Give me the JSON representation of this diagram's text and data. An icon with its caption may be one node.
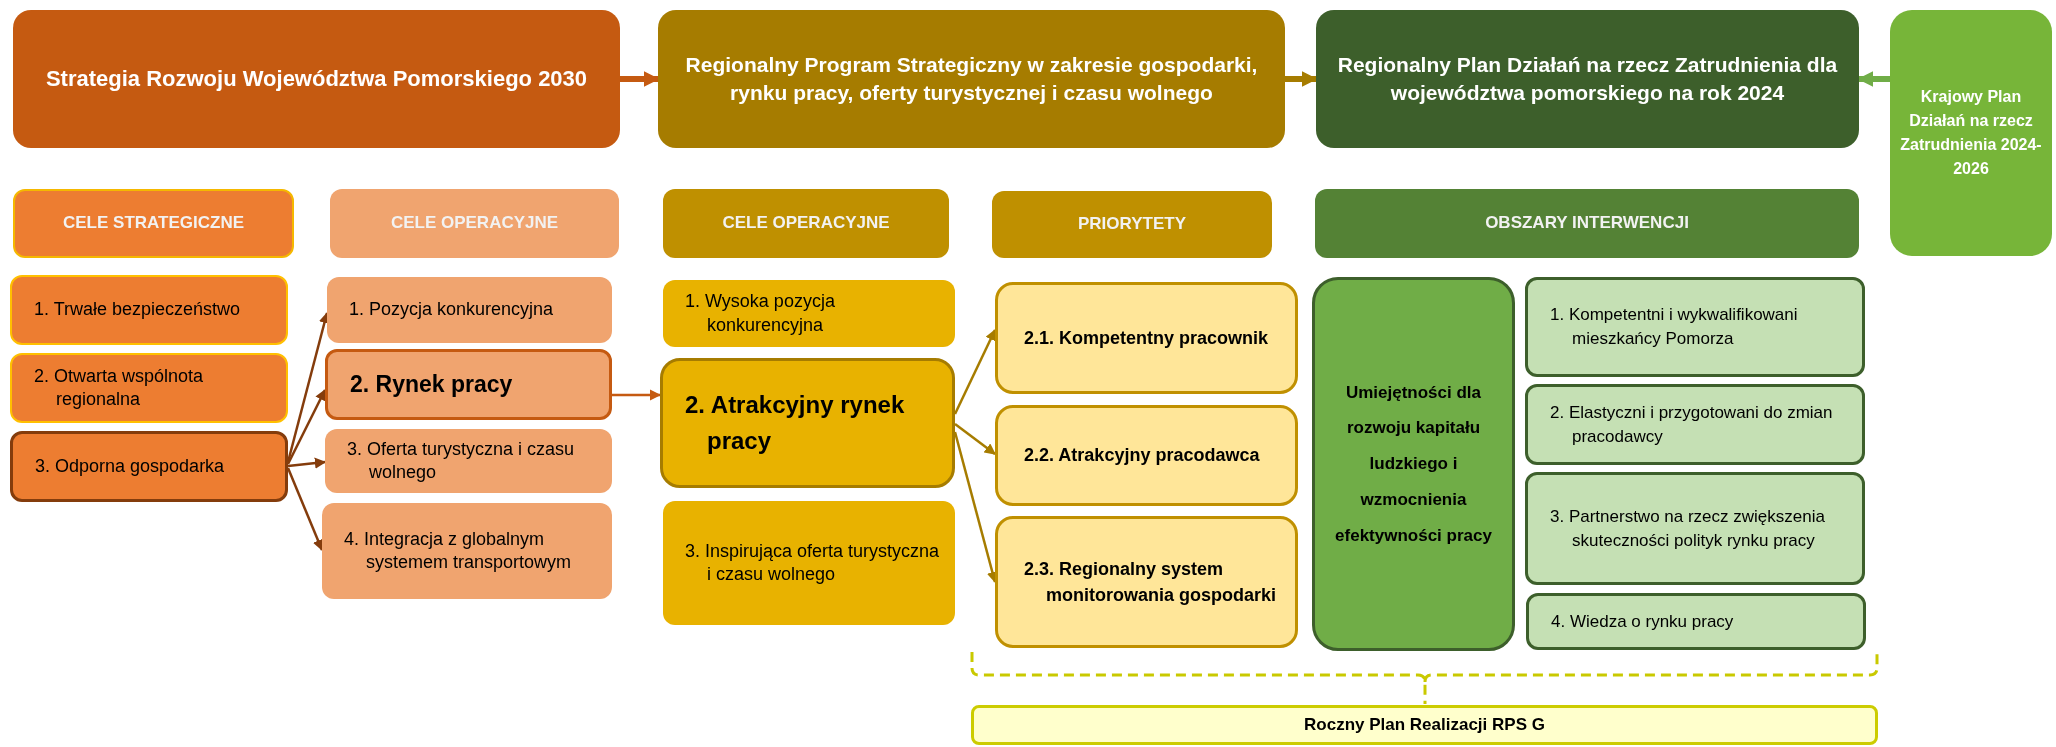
{
  "diagram": {
    "nodes": [
      {
        "text": [
          "Strategia Rozwoju Województwa Pomorskiego 2030"
        ]
      },
      {
        "text": [
          "Regionalny Program Strategiczny w zakresie gospodarki, rynku pracy, oferty turystycznej i czasu wolnego"
        ]
      },
      {
        "text": [
          "Regionalny Plan Działań na rzecz Zatrudnienia dla województwa pomorskiego na rok 2024"
        ]
      },
      {
        "text": [
          "Krajowy Plan Działań na rzecz Zatrudnienia 2024-2026"
        ]
      },
      {
        "text": [
          "CELE STRATEGICZNE"
        ]
      },
      {
        "text": [
          "CELE OPERACYJNE"
        ]
      },
      {
        "text": [
          "CELE OPERACYJNE"
        ]
      },
      {
        "text": [
          "PRIORYTETY"
        ]
      },
      {
        "text": [
          "OBSZARY INTERWENCJI"
        ]
      },
      {
        "text": [
          "1. Trwałe bezpieczeństwo"
        ]
      },
      {
        "text": [
          "2. Otwarta wspólnota regionalna"
        ]
      },
      {
        "text": [
          "3. Odporna gospodarka"
        ]
      },
      {
        "text": [
          "1. Pozycja konkurencyjna"
        ]
      },
      {
        "text": [
          "2. Rynek pracy"
        ]
      },
      {
        "text": [
          "3. Oferta turystyczna i czasu wolnego"
        ]
      },
      {
        "text": [
          "4. Integracja z globalnym systemem transportowym"
        ]
      },
      {
        "text": [
          "1. Wysoka pozycja konkurencyjna"
        ]
      },
      {
        "text": [
          "2. Atrakcyjny rynek pracy"
        ]
      },
      {
        "text": [
          "3. Inspirująca oferta turystyczna i czasu wolnego"
        ]
      },
      {
        "text": [
          "2.1. Kompetentny pracownik"
        ]
      },
      {
        "text": [
          "2.2. Atrakcyjny pracodawca"
        ]
      },
      {
        "text": [
          "2.3. Regionalny system monitorowania gospodarki"
        ]
      },
      {
        "text": [
          "Umiejętności dla rozwoju kapitału ludzkiego i wzmocnienia efektywności pracy"
        ]
      },
      {
        "text": [
          "1. Kompetentni i wykwalifikowani mieszkańcy Pomorza"
        ]
      },
      {
        "text": [
          "2. Elastyczni i przygotowani do zmian pracodawcy"
        ]
      },
      {
        "text": [
          "3. Partnerstwo na rzecz zwiększenia skuteczności polityk rynku pracy"
        ]
      },
      {
        "text": [
          "4. Wiedza o rynku pracy"
        ]
      },
      {
        "text": [
          "Roczny Plan Realizacji RPS G"
        ]
      }
    ],
    "edges": [
      {
        "from": 0,
        "to": 1,
        "arrow": "to",
        "style": "thick",
        "color": "#c55a11"
      },
      {
        "from": 1,
        "to": 2,
        "arrow": "to",
        "style": "thick",
        "color": "#a67c00"
      },
      {
        "from": 3,
        "to": 2,
        "arrow": "to",
        "style": "thick",
        "color": "#70ad47"
      },
      {
        "from": 11,
        "to": 12,
        "arrow": "to",
        "color": "#843c0c"
      },
      {
        "from": 11,
        "to": 13,
        "arrow": "to",
        "color": "#843c0c"
      },
      {
        "from": 11,
        "to": 14,
        "arrow": "to",
        "color": "#843c0c"
      },
      {
        "from": 11,
        "to": 15,
        "arrow": "to",
        "color": "#843c0c"
      },
      {
        "from": 13,
        "to": 17,
        "arrow": "to",
        "color": "#c55a11"
      },
      {
        "from": 17,
        "to": 19,
        "arrow": "to",
        "color": "#a67c00"
      },
      {
        "from": 17,
        "to": 20,
        "arrow": "to",
        "color": "#a67c00"
      },
      {
        "from": 17,
        "to": 21,
        "arrow": "to",
        "color": "#a67c00"
      }
    ]
  }
}
